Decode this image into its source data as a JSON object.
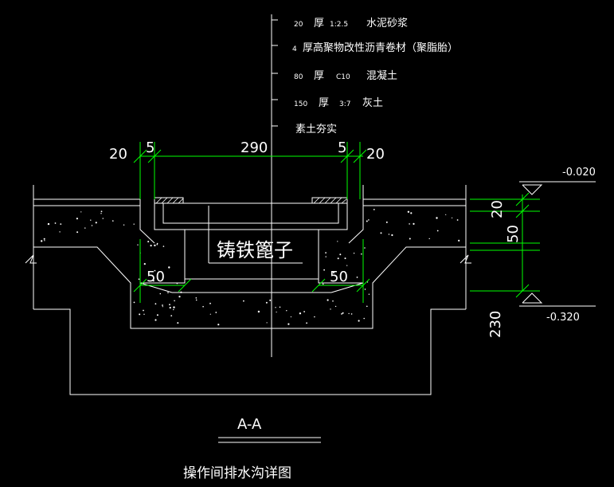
{
  "layers": [
    {
      "thickness": "20",
      "unit": "厚",
      "spec": "1:2.5",
      "material": "水泥砂浆"
    },
    {
      "thickness": "4",
      "unit": "",
      "spec": "厚高聚物改性沥青卷材（聚脂胎）",
      "material": ""
    },
    {
      "thickness": "80",
      "unit": "厚",
      "spec": "C10",
      "material": "混凝土"
    },
    {
      "thickness": "150",
      "unit": "厚",
      "spec": "3:7",
      "material": "灰土"
    },
    {
      "thickness": "",
      "unit": "",
      "spec": "素土夯实",
      "material": ""
    }
  ],
  "dimensions": {
    "top_left": "20",
    "top_5_left": "5",
    "top_290": "290",
    "top_5_right": "5",
    "top_right": "20",
    "inner_left_50": "50",
    "inner_right_50": "50",
    "right_20": "20",
    "right_50": "50",
    "right_230": "230"
  },
  "elevations": {
    "top": "-0.020",
    "bottom": "-0.320"
  },
  "pipe_label": "铸铁篦子",
  "section_label": "A-A",
  "caption": "操作间排水沟详图",
  "colors": {
    "background": "#000000",
    "lines": "#ffffff",
    "dimension": "#00ff00"
  }
}
